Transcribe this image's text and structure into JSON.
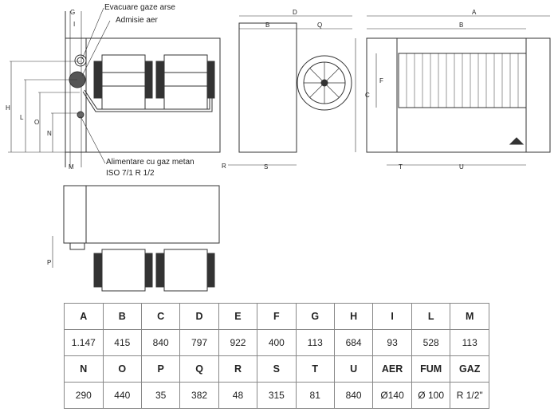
{
  "annotations": {
    "flue": "Evacuare gaze arse",
    "air": "Admisie aer",
    "gas1": "Alimentare cu gaz metan",
    "gas2": "ISO 7/1 R 1/2"
  },
  "dims": {
    "G": "G",
    "I": "I",
    "H": "H",
    "L": "L",
    "O": "O",
    "N": "N",
    "M": "M",
    "D": "D",
    "B": "B",
    "Q": "Q",
    "R": "R",
    "S": "S",
    "A": "A",
    "C": "C",
    "F": "F",
    "T": "T",
    "U": "U",
    "P": "P"
  },
  "table": {
    "header1": [
      "A",
      "B",
      "C",
      "D",
      "E",
      "F",
      "G",
      "H",
      "I",
      "L",
      "M"
    ],
    "values1": [
      "1.147",
      "415",
      "840",
      "797",
      "922",
      "400",
      "113",
      "684",
      "93",
      "528",
      "113"
    ],
    "header2": [
      "N",
      "O",
      "P",
      "Q",
      "R",
      "S",
      "T",
      "U",
      "AER",
      "FUM",
      "GAZ"
    ],
    "values2": [
      "290",
      "440",
      "35",
      "382",
      "48",
      "315",
      "81",
      "840",
      "Ø140",
      "Ø 100",
      "R 1/2\""
    ]
  }
}
